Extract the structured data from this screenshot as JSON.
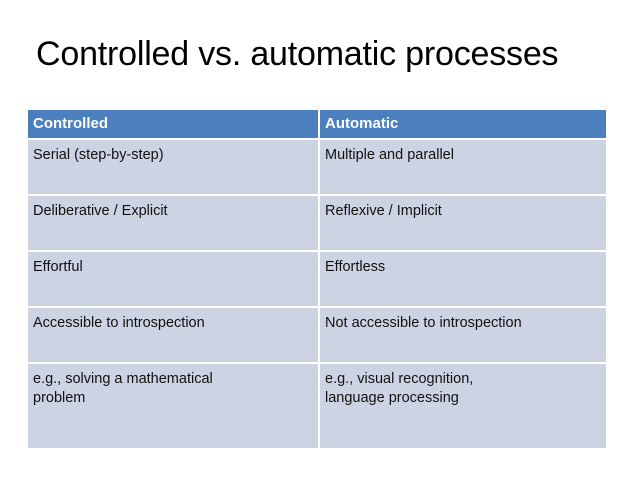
{
  "slide": {
    "title": "Controlled vs. automatic processes",
    "colors": {
      "header_blue": "#4b7fbd",
      "body_fill": "#ccd4e3",
      "grid_line": "#ffffff",
      "text": "#111111",
      "header_text": "#ffffff",
      "background": "#ffffff"
    }
  },
  "table": {
    "headers": [
      "Controlled",
      "Automatic"
    ],
    "rows": [
      {
        "left": [
          "Serial (step-by-step)"
        ],
        "right": [
          "Multiple and parallel"
        ]
      },
      {
        "left": [
          "Deliberative / Explicit"
        ],
        "right": [
          "Reflexive / Implicit"
        ]
      },
      {
        "left": [
          "Effortful"
        ],
        "right": [
          "Effortless"
        ]
      },
      {
        "left": [
          "Accessible to introspection"
        ],
        "right": [
          "Not accessible to introspection"
        ]
      },
      {
        "left": [
          "e.g., solving a mathematical",
          "problem"
        ],
        "right": [
          "e.g., visual recognition,",
          "language processing"
        ]
      }
    ]
  }
}
